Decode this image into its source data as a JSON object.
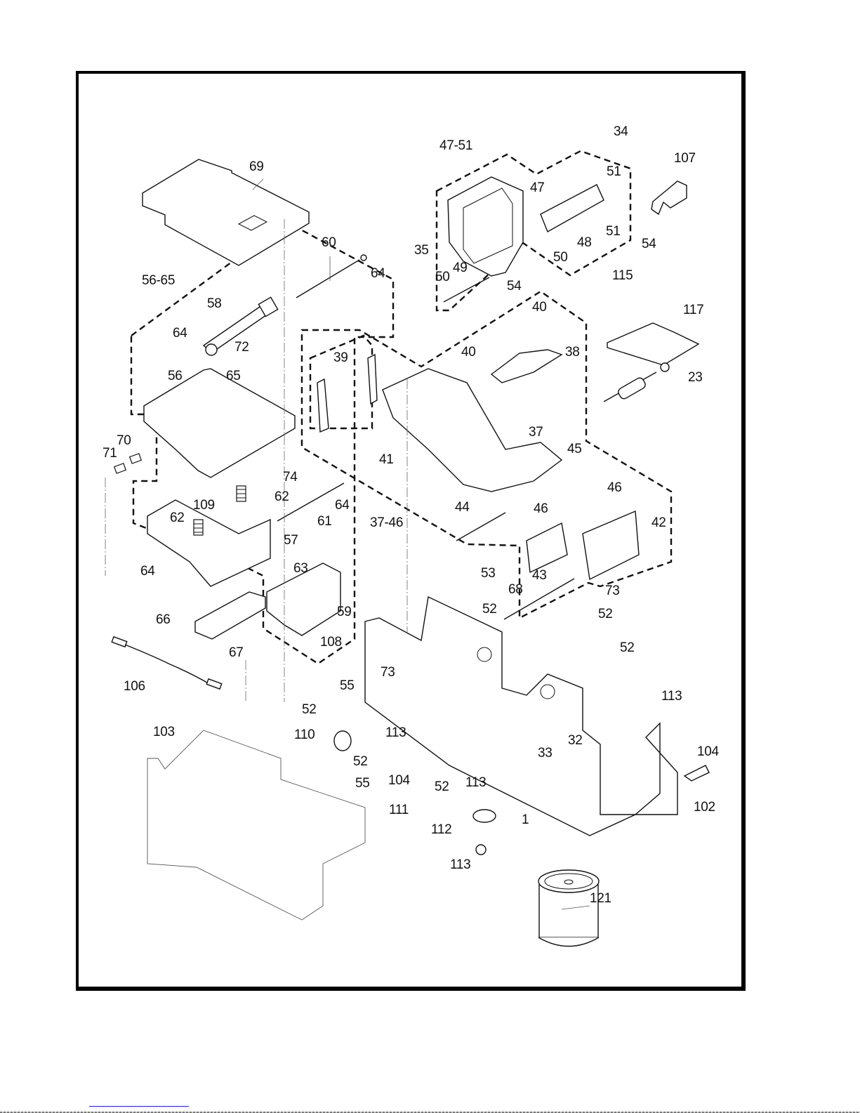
{
  "diagram": {
    "type": "exploded-parts-view",
    "frame_color": "#000000",
    "groups": [
      {
        "id": "56-65",
        "label": "56-65",
        "members": [
          "56",
          "57",
          "58",
          "59",
          "60",
          "61",
          "62",
          "63",
          "64",
          "65"
        ]
      },
      {
        "id": "47-51",
        "label": "47-51",
        "members": [
          "47",
          "48",
          "49",
          "50",
          "51"
        ]
      },
      {
        "id": "37-46",
        "label": "37-46",
        "members": [
          "37",
          "38",
          "39",
          "40",
          "41",
          "42",
          "43",
          "44",
          "45",
          "46"
        ]
      }
    ],
    "callouts": [
      {
        "id": "c69",
        "text": "69"
      },
      {
        "id": "c60",
        "text": "60"
      },
      {
        "id": "c64a",
        "text": "64"
      },
      {
        "id": "c5665",
        "text": "56-65"
      },
      {
        "id": "c58",
        "text": "58"
      },
      {
        "id": "c64b",
        "text": "64"
      },
      {
        "id": "c72",
        "text": "72"
      },
      {
        "id": "c56",
        "text": "56"
      },
      {
        "id": "c65",
        "text": "65"
      },
      {
        "id": "c70",
        "text": "70"
      },
      {
        "id": "c71",
        "text": "71"
      },
      {
        "id": "c74",
        "text": "74"
      },
      {
        "id": "c62a",
        "text": "62"
      },
      {
        "id": "c109",
        "text": "109"
      },
      {
        "id": "c62b",
        "text": "62"
      },
      {
        "id": "c61",
        "text": "61"
      },
      {
        "id": "c64c",
        "text": "64"
      },
      {
        "id": "c57",
        "text": "57"
      },
      {
        "id": "c63",
        "text": "63"
      },
      {
        "id": "c64d",
        "text": "64"
      },
      {
        "id": "c59",
        "text": "59"
      },
      {
        "id": "c66",
        "text": "66"
      },
      {
        "id": "c108",
        "text": "108"
      },
      {
        "id": "c67",
        "text": "67"
      },
      {
        "id": "c106",
        "text": "106"
      },
      {
        "id": "c4751",
        "text": "47-51"
      },
      {
        "id": "c34",
        "text": "34"
      },
      {
        "id": "c107",
        "text": "107"
      },
      {
        "id": "c51a",
        "text": "51"
      },
      {
        "id": "c47",
        "text": "47"
      },
      {
        "id": "c51b",
        "text": "51"
      },
      {
        "id": "c48",
        "text": "48"
      },
      {
        "id": "c54a",
        "text": "54"
      },
      {
        "id": "c35",
        "text": "35"
      },
      {
        "id": "c50a",
        "text": "50"
      },
      {
        "id": "c49",
        "text": "49"
      },
      {
        "id": "c50b",
        "text": "50"
      },
      {
        "id": "c54b",
        "text": "54"
      },
      {
        "id": "c40a",
        "text": "40"
      },
      {
        "id": "c40b",
        "text": "40"
      },
      {
        "id": "c38",
        "text": "38"
      },
      {
        "id": "c115",
        "text": "115"
      },
      {
        "id": "c117",
        "text": "117"
      },
      {
        "id": "c23",
        "text": "23"
      },
      {
        "id": "c39",
        "text": "39"
      },
      {
        "id": "c41",
        "text": "41"
      },
      {
        "id": "c37",
        "text": "37"
      },
      {
        "id": "c45",
        "text": "45"
      },
      {
        "id": "c46a",
        "text": "46"
      },
      {
        "id": "c46b",
        "text": "46"
      },
      {
        "id": "c42",
        "text": "42"
      },
      {
        "id": "c3746",
        "text": "37-46"
      },
      {
        "id": "c44",
        "text": "44"
      },
      {
        "id": "c53",
        "text": "53"
      },
      {
        "id": "c43",
        "text": "43"
      },
      {
        "id": "c73a",
        "text": "73"
      },
      {
        "id": "c68",
        "text": "68"
      },
      {
        "id": "c52a",
        "text": "52"
      },
      {
        "id": "c52b",
        "text": "52"
      },
      {
        "id": "c52c",
        "text": "52"
      },
      {
        "id": "c73b",
        "text": "73"
      },
      {
        "id": "c55a",
        "text": "55"
      },
      {
        "id": "c52d",
        "text": "52"
      },
      {
        "id": "c113a",
        "text": "113"
      },
      {
        "id": "c110",
        "text": "110"
      },
      {
        "id": "c52e",
        "text": "52"
      },
      {
        "id": "c55b",
        "text": "55"
      },
      {
        "id": "c104a",
        "text": "104"
      },
      {
        "id": "c52f",
        "text": "52"
      },
      {
        "id": "c113b",
        "text": "113"
      },
      {
        "id": "c32",
        "text": "32"
      },
      {
        "id": "c33",
        "text": "33"
      },
      {
        "id": "c113c",
        "text": "113"
      },
      {
        "id": "c104b",
        "text": "104"
      },
      {
        "id": "c102",
        "text": "102"
      },
      {
        "id": "c103",
        "text": "103"
      },
      {
        "id": "c111",
        "text": "111"
      },
      {
        "id": "c112",
        "text": "112"
      },
      {
        "id": "c1",
        "text": "1"
      },
      {
        "id": "c113d",
        "text": "113"
      },
      {
        "id": "c121",
        "text": "121"
      }
    ]
  },
  "footer": {
    "link_color": "#1a1aee"
  }
}
